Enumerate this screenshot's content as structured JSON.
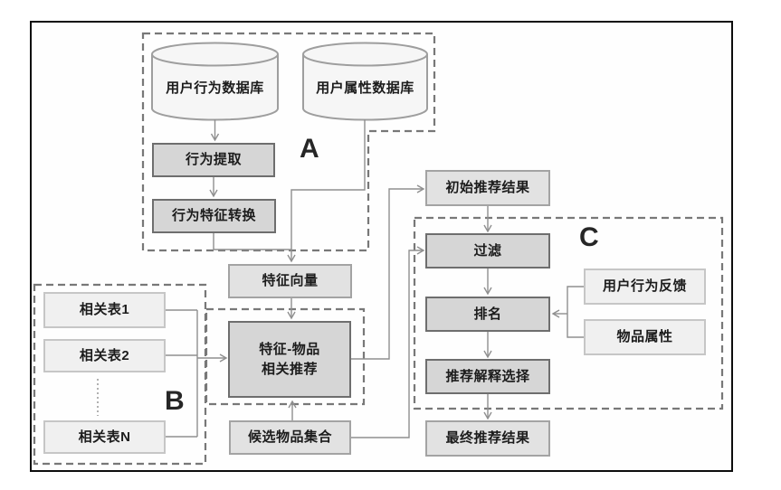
{
  "sections": {
    "a": "A",
    "b": "B",
    "c": "C"
  },
  "databases": {
    "behavior_db": "用户行为数据库",
    "attribute_db": "用户属性数据库"
  },
  "nodes": {
    "behavior_extraction": "行为提取",
    "behavior_feature_conversion": "行为特征转换",
    "feature_vector": "特征向量",
    "related_table_1": "相关表1",
    "related_table_2": "相关表2",
    "related_table_n": "相关表N",
    "feature_item_line1": "特征-物品",
    "feature_item_line2": "相关推荐",
    "candidate_item_set": "候选物品集合",
    "initial_recommendation": "初始推荐结果",
    "filter": "过滤",
    "ranking": "排名",
    "explanation_selection": "推荐解释选择",
    "final_recommendation": "最终推荐结果",
    "user_behavior_feedback": "用户行为反馈",
    "item_attributes": "物品属性"
  },
  "colors": {
    "process_fill": "#d6d6d6",
    "process_border": "#6e6e6e",
    "data_fill": "#e2e2e2",
    "data_border": "#a3a3a3",
    "input_fill": "#f0f0f0",
    "input_border": "#c6c6c6",
    "cylinder_fill": "#f6f6f6",
    "cylinder_border": "#9e9e9e",
    "connector": "#8f8f8f",
    "dashed_outline": "#787878",
    "frame_border": "#0d0d0d"
  }
}
